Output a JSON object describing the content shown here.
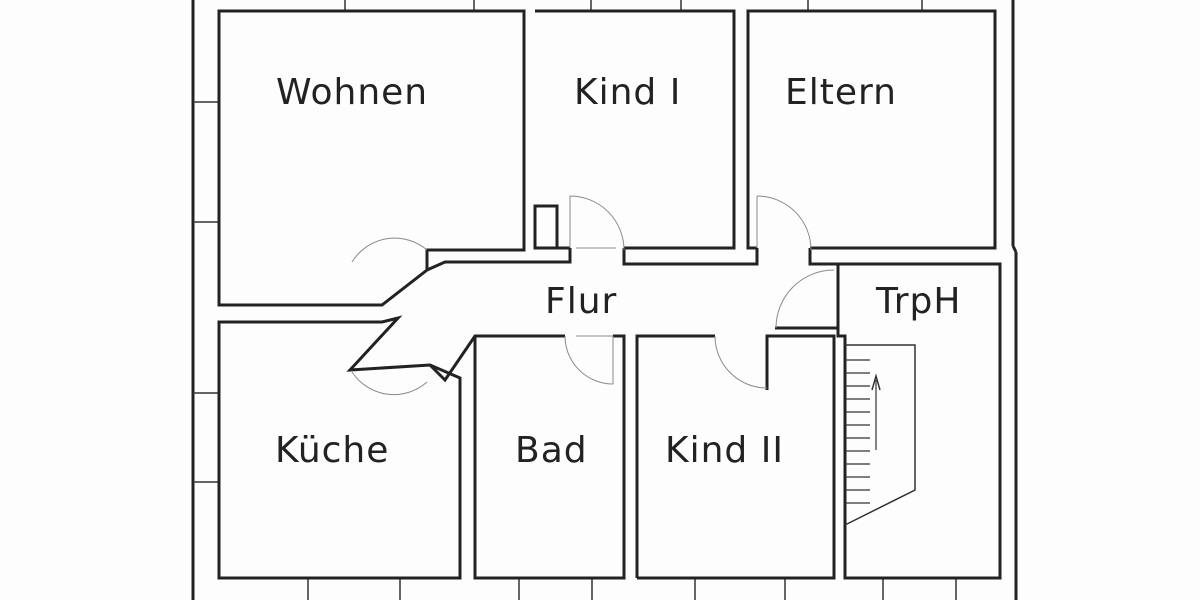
{
  "rooms": {
    "wohnen": "Wohnen",
    "kind1": "Kind I",
    "eltern": "Eltern",
    "flur": "Flur",
    "trph": "TrpH",
    "kueche": "Küche",
    "bad": "Bad",
    "kind2": "Kind II"
  }
}
